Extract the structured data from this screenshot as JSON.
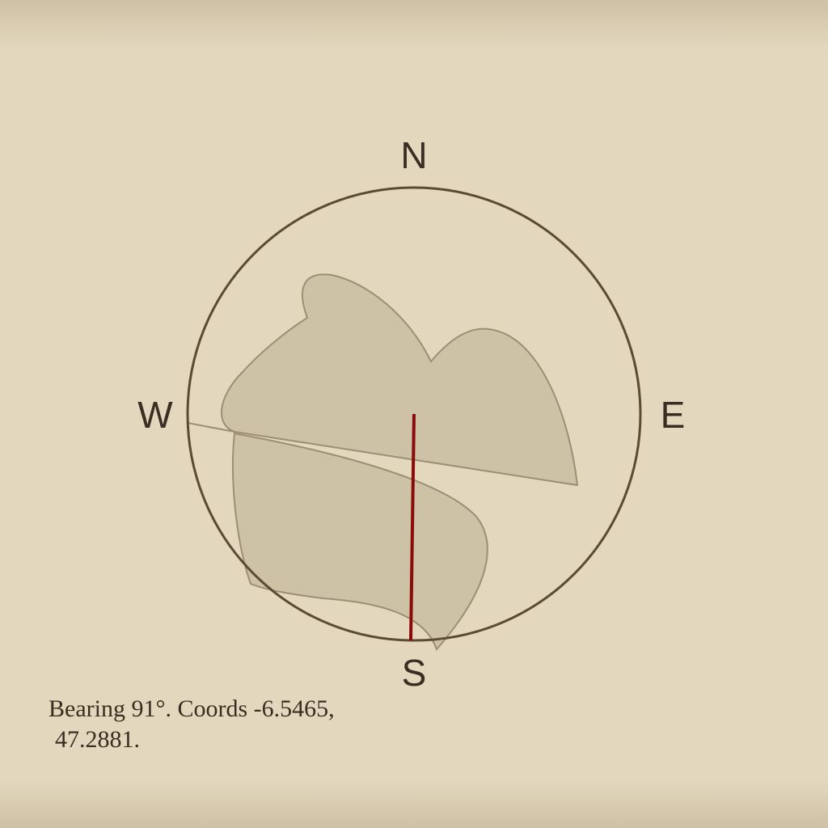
{
  "compass": {
    "north_label": "N",
    "south_label": "S",
    "east_label": "E",
    "west_label": "W",
    "ring_color": "#5a4a36",
    "needle_color": "#8b0a0a",
    "region_fill": "#cdc1a6",
    "region_stroke": "#9c8f75"
  },
  "caption": {
    "line1": "Bearing 91°. Coords -6.5465,",
    "line2": "47.2881."
  },
  "bearing_degrees": 91,
  "coordinates": {
    "lat": -6.5465,
    "lon": 47.2881
  }
}
